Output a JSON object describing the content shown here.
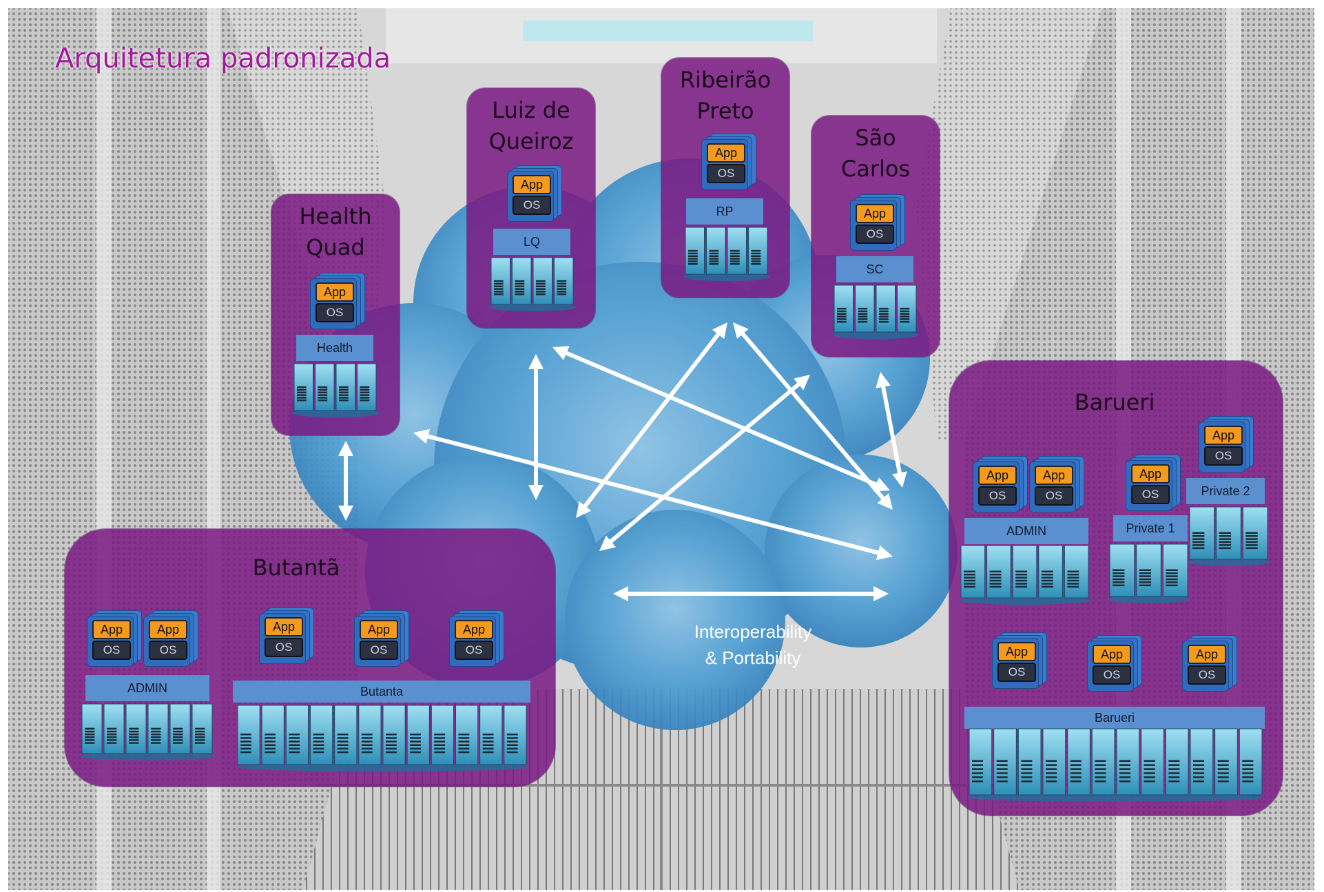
{
  "title": "Arquitetura padronizada",
  "network_label": {
    "line1": "Interoperability",
    "line2": "& Portability"
  },
  "vm": {
    "app": "App",
    "os": "OS"
  },
  "sites": {
    "health": {
      "name": "Health\nQuad",
      "bar": "Health"
    },
    "lq": {
      "name": "Luiz de\nQueiroz",
      "bar": "LQ"
    },
    "rp": {
      "name": "Ribeirão\nPreto",
      "bar": "RP"
    },
    "sc": {
      "name": "São\nCarlos",
      "bar": "SC"
    },
    "butanta": {
      "name": "Butantã",
      "bar_admin": "ADMIN",
      "bar_main": "Butanta"
    },
    "barueri": {
      "name": "Barueri",
      "bar_admin": "ADMIN",
      "bar_p1": "Private 1",
      "bar_p2": "Private 2",
      "bar_main": "Barueri"
    }
  },
  "colors": {
    "site_box": "#7a1a82",
    "title": "#a21a9a",
    "app": "#f39a1f",
    "os": "#2b3140",
    "bar": "#5a8fd0",
    "cloud": "#4a9ad0",
    "arrow": "#ffffff"
  }
}
